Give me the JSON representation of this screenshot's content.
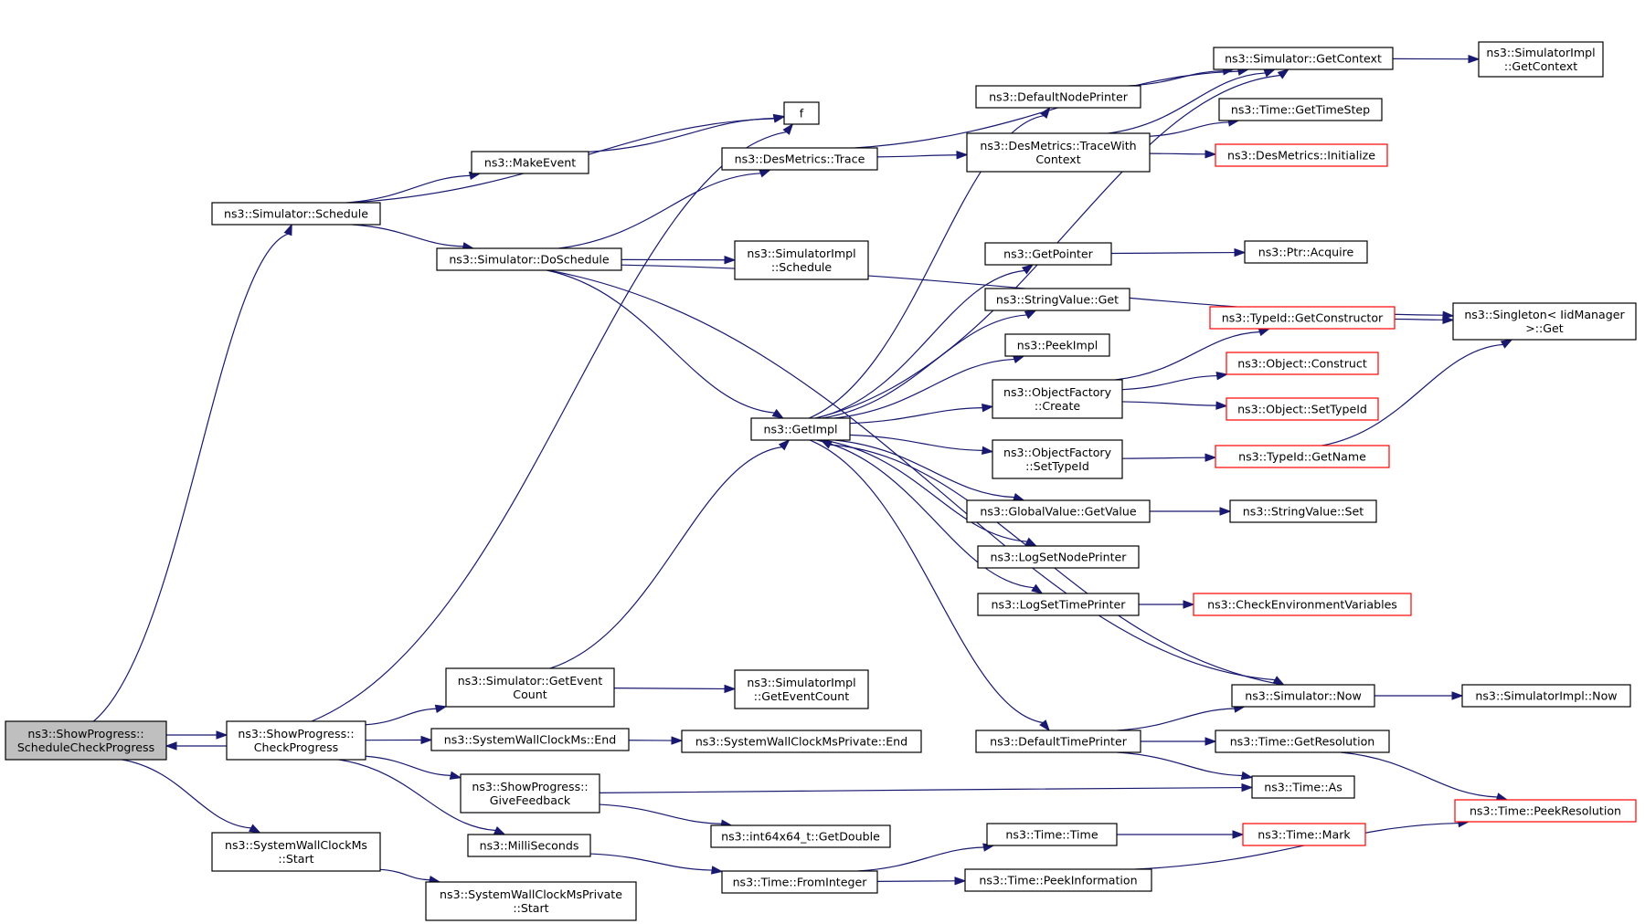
{
  "nodes": {
    "scheduleCheck": {
      "label": [
        "ns3::ShowProgress::",
        "ScheduleCheckProgress"
      ],
      "style": "focus"
    },
    "checkProgress": {
      "label": [
        "ns3::ShowProgress::",
        "CheckProgress"
      ],
      "style": "normal"
    },
    "simSchedule": {
      "label": [
        "ns3::Simulator::Schedule"
      ],
      "style": "normal"
    },
    "wallStart": {
      "label": [
        "ns3::SystemWallClockMs",
        "::Start"
      ],
      "style": "normal"
    },
    "wallPrivStart": {
      "label": [
        "ns3::SystemWallClockMsPrivate",
        "::Start"
      ],
      "style": "normal"
    },
    "f": {
      "label": [
        "f"
      ],
      "style": "normal"
    },
    "makeEvent": {
      "label": [
        "ns3::MakeEvent"
      ],
      "style": "normal"
    },
    "doSchedule": {
      "label": [
        "ns3::Simulator::DoSchedule"
      ],
      "style": "normal"
    },
    "getEventCount": {
      "label": [
        "ns3::Simulator::GetEvent",
        "Count"
      ],
      "style": "normal"
    },
    "wallEnd": {
      "label": [
        "ns3::SystemWallClockMs::End"
      ],
      "style": "normal"
    },
    "giveFeedback": {
      "label": [
        "ns3::ShowProgress::",
        "GiveFeedback"
      ],
      "style": "normal"
    },
    "milliSeconds": {
      "label": [
        "ns3::MilliSeconds"
      ],
      "style": "normal"
    },
    "desTrace": {
      "label": [
        "ns3::DesMetrics::Trace"
      ],
      "style": "normal"
    },
    "implSchedule": {
      "label": [
        "ns3::SimulatorImpl",
        "::Schedule"
      ],
      "style": "normal"
    },
    "getImpl": {
      "label": [
        "ns3::GetImpl"
      ],
      "style": "normal"
    },
    "implGetEventCount": {
      "label": [
        "ns3::SimulatorImpl",
        "::GetEventCount"
      ],
      "style": "normal"
    },
    "wallPrivEnd": {
      "label": [
        "ns3::SystemWallClockMsPrivate::End"
      ],
      "style": "normal"
    },
    "int64GetDouble": {
      "label": [
        "ns3::int64x64_t::GetDouble"
      ],
      "style": "normal"
    },
    "fromInteger": {
      "label": [
        "ns3::Time::FromInteger"
      ],
      "style": "normal"
    },
    "defaultNodePrinter": {
      "label": [
        "ns3::DefaultNodePrinter"
      ],
      "style": "normal"
    },
    "traceWithContext": {
      "label": [
        "ns3::DesMetrics::TraceWith",
        "Context"
      ],
      "style": "normal"
    },
    "getPointer": {
      "label": [
        "ns3::GetPointer"
      ],
      "style": "normal"
    },
    "stringValueGet": {
      "label": [
        "ns3::StringValue::Get"
      ],
      "style": "normal"
    },
    "peekImpl": {
      "label": [
        "ns3::PeekImpl"
      ],
      "style": "normal"
    },
    "ofCreate": {
      "label": [
        "ns3::ObjectFactory",
        "::Create"
      ],
      "style": "normal"
    },
    "ofSetTypeId": {
      "label": [
        "ns3::ObjectFactory",
        "::SetTypeId"
      ],
      "style": "normal"
    },
    "globalGetValue": {
      "label": [
        "ns3::GlobalValue::GetValue"
      ],
      "style": "normal"
    },
    "logSetNodePrinter": {
      "label": [
        "ns3::LogSetNodePrinter"
      ],
      "style": "normal"
    },
    "logSetTimePrinter": {
      "label": [
        "ns3::LogSetTimePrinter"
      ],
      "style": "normal"
    },
    "defaultTimePrinter": {
      "label": [
        "ns3::DefaultTimePrinter"
      ],
      "style": "normal"
    },
    "timeTime": {
      "label": [
        "ns3::Time::Time"
      ],
      "style": "normal"
    },
    "peekInformation": {
      "label": [
        "ns3::Time::PeekInformation"
      ],
      "style": "normal"
    },
    "getContext": {
      "label": [
        "ns3::Simulator::GetContext"
      ],
      "style": "normal"
    },
    "getTimeStep": {
      "label": [
        "ns3::Time::GetTimeStep"
      ],
      "style": "normal"
    },
    "desInitialize": {
      "label": [
        "ns3::DesMetrics::Initialize"
      ],
      "style": "red"
    },
    "ptrAcquire": {
      "label": [
        "ns3::Ptr::Acquire"
      ],
      "style": "normal"
    },
    "getConstructor": {
      "label": [
        "ns3::TypeId::GetConstructor"
      ],
      "style": "red"
    },
    "objConstruct": {
      "label": [
        "ns3::Object::Construct"
      ],
      "style": "red"
    },
    "objSetTypeId": {
      "label": [
        "ns3::Object::SetTypeId"
      ],
      "style": "red"
    },
    "typeIdGetName": {
      "label": [
        "ns3::TypeId::GetName"
      ],
      "style": "red"
    },
    "stringValueSet": {
      "label": [
        "ns3::StringValue::Set"
      ],
      "style": "normal"
    },
    "checkEnvVars": {
      "label": [
        "ns3::CheckEnvironmentVariables"
      ],
      "style": "red"
    },
    "simNow": {
      "label": [
        "ns3::Simulator::Now"
      ],
      "style": "normal"
    },
    "getResolution": {
      "label": [
        "ns3::Time::GetResolution"
      ],
      "style": "normal"
    },
    "timeAs": {
      "label": [
        "ns3::Time::As"
      ],
      "style": "normal"
    },
    "timeMark": {
      "label": [
        "ns3::Time::Mark"
      ],
      "style": "red"
    },
    "implGetContext": {
      "label": [
        "ns3::SimulatorImpl",
        "::GetContext"
      ],
      "style": "normal"
    },
    "singletonGet": {
      "label": [
        "ns3::Singleton< IidManager",
        ">::Get"
      ],
      "style": "normal"
    },
    "implNow": {
      "label": [
        "ns3::SimulatorImpl::Now"
      ],
      "style": "normal"
    },
    "peekResolution": {
      "label": [
        "ns3::Time::PeekResolution"
      ],
      "style": "red"
    }
  },
  "edges": [
    [
      "scheduleCheck",
      "checkProgress"
    ],
    [
      "scheduleCheck",
      "simSchedule"
    ],
    [
      "scheduleCheck",
      "wallStart"
    ],
    [
      "checkProgress",
      "scheduleCheck"
    ],
    [
      "checkProgress",
      "f"
    ],
    [
      "checkProgress",
      "getEventCount"
    ],
    [
      "checkProgress",
      "wallEnd"
    ],
    [
      "checkProgress",
      "giveFeedback"
    ],
    [
      "checkProgress",
      "milliSeconds"
    ],
    [
      "simSchedule",
      "f"
    ],
    [
      "simSchedule",
      "makeEvent"
    ],
    [
      "simSchedule",
      "doSchedule"
    ],
    [
      "makeEvent",
      "f"
    ],
    [
      "doSchedule",
      "desTrace"
    ],
    [
      "doSchedule",
      "implSchedule"
    ],
    [
      "doSchedule",
      "getImpl"
    ],
    [
      "doSchedule",
      "simNow"
    ],
    [
      "doSchedule",
      "singletonGet"
    ],
    [
      "desTrace",
      "getContext"
    ],
    [
      "desTrace",
      "traceWithContext"
    ],
    [
      "getImpl",
      "defaultNodePrinter"
    ],
    [
      "getImpl",
      "getContext"
    ],
    [
      "getImpl",
      "getPointer"
    ],
    [
      "getImpl",
      "stringValueGet"
    ],
    [
      "getImpl",
      "peekImpl"
    ],
    [
      "getImpl",
      "ofCreate"
    ],
    [
      "getImpl",
      "ofSetTypeId"
    ],
    [
      "getImpl",
      "globalGetValue"
    ],
    [
      "getImpl",
      "logSetNodePrinter"
    ],
    [
      "getImpl",
      "logSetTimePrinter"
    ],
    [
      "getImpl",
      "defaultTimePrinter"
    ],
    [
      "getEventCount",
      "getImpl"
    ],
    [
      "getEventCount",
      "implGetEventCount"
    ],
    [
      "wallEnd",
      "wallPrivEnd"
    ],
    [
      "wallStart",
      "wallPrivStart"
    ],
    [
      "giveFeedback",
      "timeAs"
    ],
    [
      "giveFeedback",
      "int64GetDouble"
    ],
    [
      "milliSeconds",
      "fromInteger"
    ],
    [
      "fromInteger",
      "timeTime"
    ],
    [
      "fromInteger",
      "peekInformation"
    ],
    [
      "defaultNodePrinter",
      "getContext"
    ],
    [
      "traceWithContext",
      "getContext"
    ],
    [
      "traceWithContext",
      "getTimeStep"
    ],
    [
      "traceWithContext",
      "desInitialize"
    ],
    [
      "getContext",
      "implGetContext"
    ],
    [
      "getPointer",
      "ptrAcquire"
    ],
    [
      "ofCreate",
      "getConstructor"
    ],
    [
      "ofCreate",
      "objConstruct"
    ],
    [
      "ofCreate",
      "objSetTypeId"
    ],
    [
      "ofSetTypeId",
      "typeIdGetName"
    ],
    [
      "getConstructor",
      "singletonGet"
    ],
    [
      "typeIdGetName",
      "singletonGet"
    ],
    [
      "globalGetValue",
      "stringValueSet"
    ],
    [
      "logSetTimePrinter",
      "checkEnvVars"
    ],
    [
      "defaultTimePrinter",
      "simNow"
    ],
    [
      "defaultTimePrinter",
      "getResolution"
    ],
    [
      "defaultTimePrinter",
      "timeAs"
    ],
    [
      "simNow",
      "getImpl"
    ],
    [
      "simNow",
      "implNow"
    ],
    [
      "getResolution",
      "peekResolution"
    ],
    [
      "timeTime",
      "timeMark"
    ],
    [
      "peekInformation",
      "peekResolution"
    ]
  ]
}
